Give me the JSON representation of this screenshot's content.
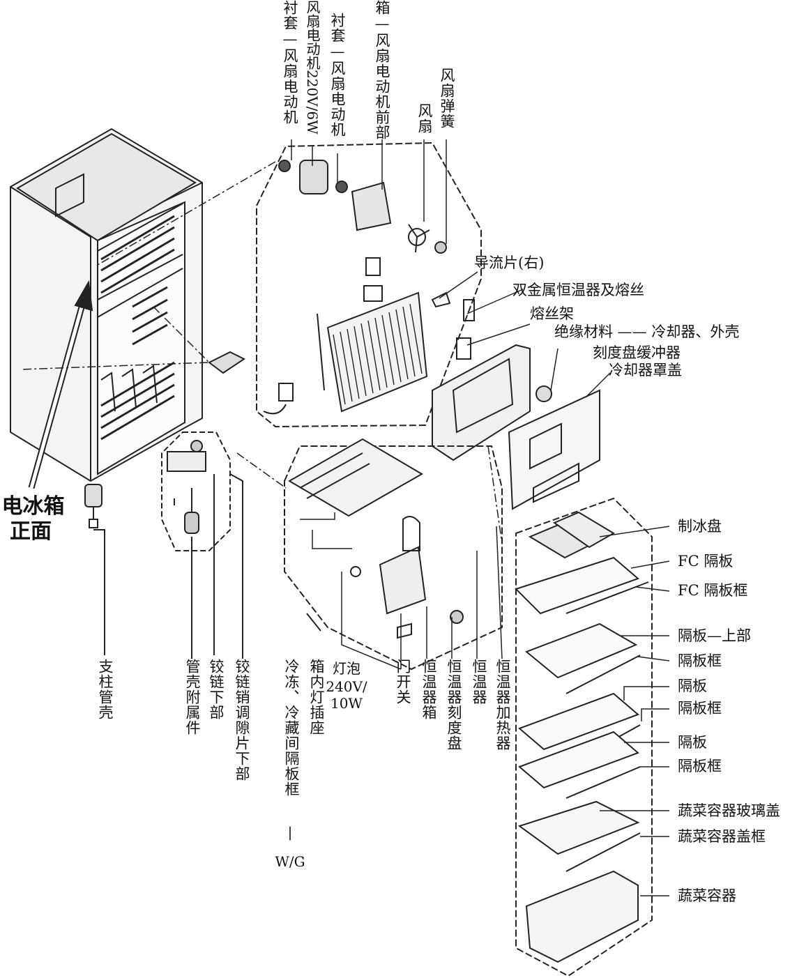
{
  "labels": {
    "liner_fan_motor": "衬套—风扇电动机",
    "fan_motor_220v": "风扇电动机220V/6W",
    "liner_fan_motor_2": "衬套—风扇电动机",
    "box_fan_motor_front": "箱—风扇电动机前部",
    "fan": "风扇",
    "fan_spring": "风扇弹簧",
    "deflector_right": "导流片(右)",
    "bimetal_thermostat_fuse": "双金属恒温器及熔丝",
    "fuse_holder": "熔丝架",
    "insulation": "绝缘材料 —— 冷却器、外壳",
    "dial_buffer": "刻度盘缓冲器",
    "cooler_cover": "冷却器罩盖",
    "ice_tray": "制冰盘",
    "fc_shelf": "FC 隔板",
    "fc_shelf_frame": "FC 隔板框",
    "shelf_upper": "隔板—上部",
    "shelf_frame_1": "隔板框",
    "shelf_1": "隔板",
    "shelf_frame_2": "隔板框",
    "shelf_2": "隔板",
    "shelf_frame_3": "隔板框",
    "crisper_glass_lid": "蔬菜容器玻璃盖",
    "crisper_lid_frame": "蔬菜容器盖框",
    "crisper": "蔬菜容器",
    "fridge_front_line1": "电冰箱",
    "fridge_front_line2": "正面",
    "post_sleeve": "支柱管壳",
    "sleeve_accessory": "管壳附属件",
    "hinge_lower": "铰链下部",
    "hinge_pin_shim_lower": "铰链销调隙片下部",
    "partition_frame": "冷冻、冷藏间隔板框",
    "partition_frame_dash": "|",
    "partition_frame_suffix": "W/G",
    "lamp_socket": "箱内灯插座",
    "bulb_1": "灯泡",
    "bulb_2": "240V/",
    "bulb_3": "10W",
    "door_switch": "门开关",
    "thermostat_box": "恒温器箱",
    "thermostat_dial": "恒温器刻度盘",
    "thermostat": "恒温器",
    "thermostat_heater": "恒温器加热器"
  }
}
